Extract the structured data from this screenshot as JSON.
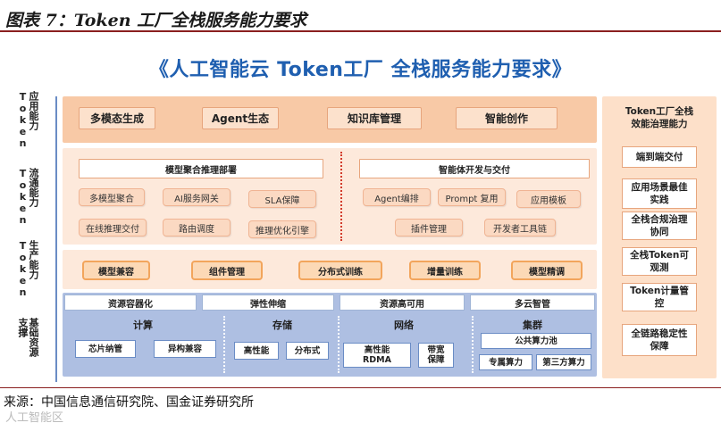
{
  "figure_title": "图表 7：Token 工厂全栈服务能力要求",
  "main_title": "《人工智能云 Token工厂 全栈服务能力要求》",
  "rows": {
    "app": {
      "label": "应用能力\nToken"
    },
    "flow": {
      "label": "流通能力\nToken"
    },
    "prod": {
      "label": "生产能力\nToken"
    },
    "base": {
      "label": "基础资源\n支撑"
    }
  },
  "app_items": [
    "多模态生成",
    "Agent生态",
    "知识库管理",
    "智能创作"
  ],
  "flow_left": {
    "header": "模型聚合推理部署",
    "items": [
      "多模型聚合",
      "AI服务网关",
      "SLA保障",
      "在线推理交付",
      "路由调度",
      "推理优化引擎"
    ]
  },
  "flow_right": {
    "header": "智能体开发与交付",
    "items": [
      "Agent编排",
      "Prompt 复用",
      "应用模板",
      "插件管理",
      "开发者工具链"
    ]
  },
  "prod_items": [
    "模型兼容",
    "组件管理",
    "分布式训练",
    "增量训练",
    "模型精调"
  ],
  "base_headers": [
    "资源容器化",
    "弹性伸缩",
    "资源高可用",
    "多云智管"
  ],
  "base_cols": {
    "compute": {
      "title": "计算",
      "items": [
        "芯片纳管",
        "异构兼容"
      ]
    },
    "storage": {
      "title": "存储",
      "items": [
        "高性能",
        "分布式"
      ]
    },
    "network": {
      "title": "网络",
      "items": [
        "高性能\nRDMA",
        "带宽\n保障"
      ]
    },
    "cluster": {
      "title": "集群",
      "items": [
        "公共算力池",
        "专属算力",
        "第三方算力"
      ]
    }
  },
  "right_panel": {
    "title": "Token工厂全栈\n效能治理能力",
    "items": [
      "端到端交付",
      "应用场景最佳\n实践",
      "全栈合规治理\n协同",
      "全栈Token可\n观测",
      "Token计量管\n控",
      "全链路稳定性\n保障"
    ]
  },
  "source": "来源：中国信息通信研究院、国金证券研究所",
  "watermark": "人工智能区"
}
